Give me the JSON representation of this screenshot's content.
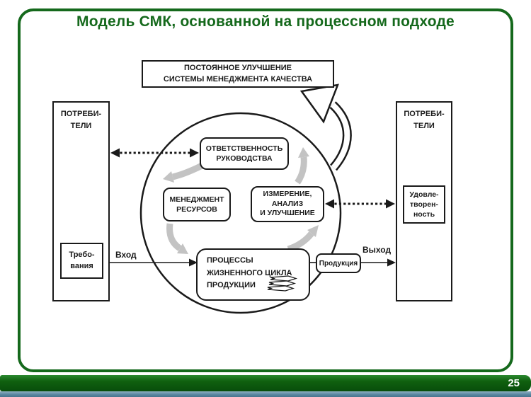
{
  "slide": {
    "title": "Модель СМК, основанной на процессном подходе",
    "page_number": "25"
  },
  "diagram": {
    "improvement": {
      "line1": "ПОСТОЯННОЕ УЛУЧШЕНИЕ",
      "line2": "СИСТЕМЫ МЕНЕДЖМЕНТА КАЧЕСТВА"
    },
    "consumers_left": {
      "line1": "ПОТРЕБИ-",
      "line2": "ТЕЛИ"
    },
    "consumers_right": {
      "line1": "ПОТРЕБИ-",
      "line2": "ТЕЛИ"
    },
    "requirements": {
      "line1": "Требо-",
      "line2": "вания"
    },
    "satisfaction": {
      "line1": "Удовле-",
      "line2": "творен-",
      "line3": "ность"
    },
    "responsibility": {
      "line1": "ОТВЕТСТВЕННОСТЬ",
      "line2": "РУКОВОДСТВА"
    },
    "resources": {
      "line1": "МЕНЕДЖМЕНТ",
      "line2": "РЕСУРСОВ"
    },
    "measurement": {
      "line1": "ИЗМЕРЕНИЕ,",
      "line2": "АНАЛИЗ",
      "line3": "И УЛУЧШЕНИЕ"
    },
    "lifecycle": {
      "line1": "ПРОЦЕССЫ",
      "line2": "ЖИЗНЕННОГО ЦИКЛА",
      "line3": "ПРОДУКЦИИ"
    },
    "product": "Продукция",
    "input_label": "Вход",
    "output_label": "Выход"
  },
  "colors": {
    "accent_green": "#15691c",
    "footer_green": "#0e5c12",
    "footer_strip_blue": "#5a88a1",
    "diagram_black": "#1a1a1a",
    "gray_arrow": "#c3c3c3"
  }
}
